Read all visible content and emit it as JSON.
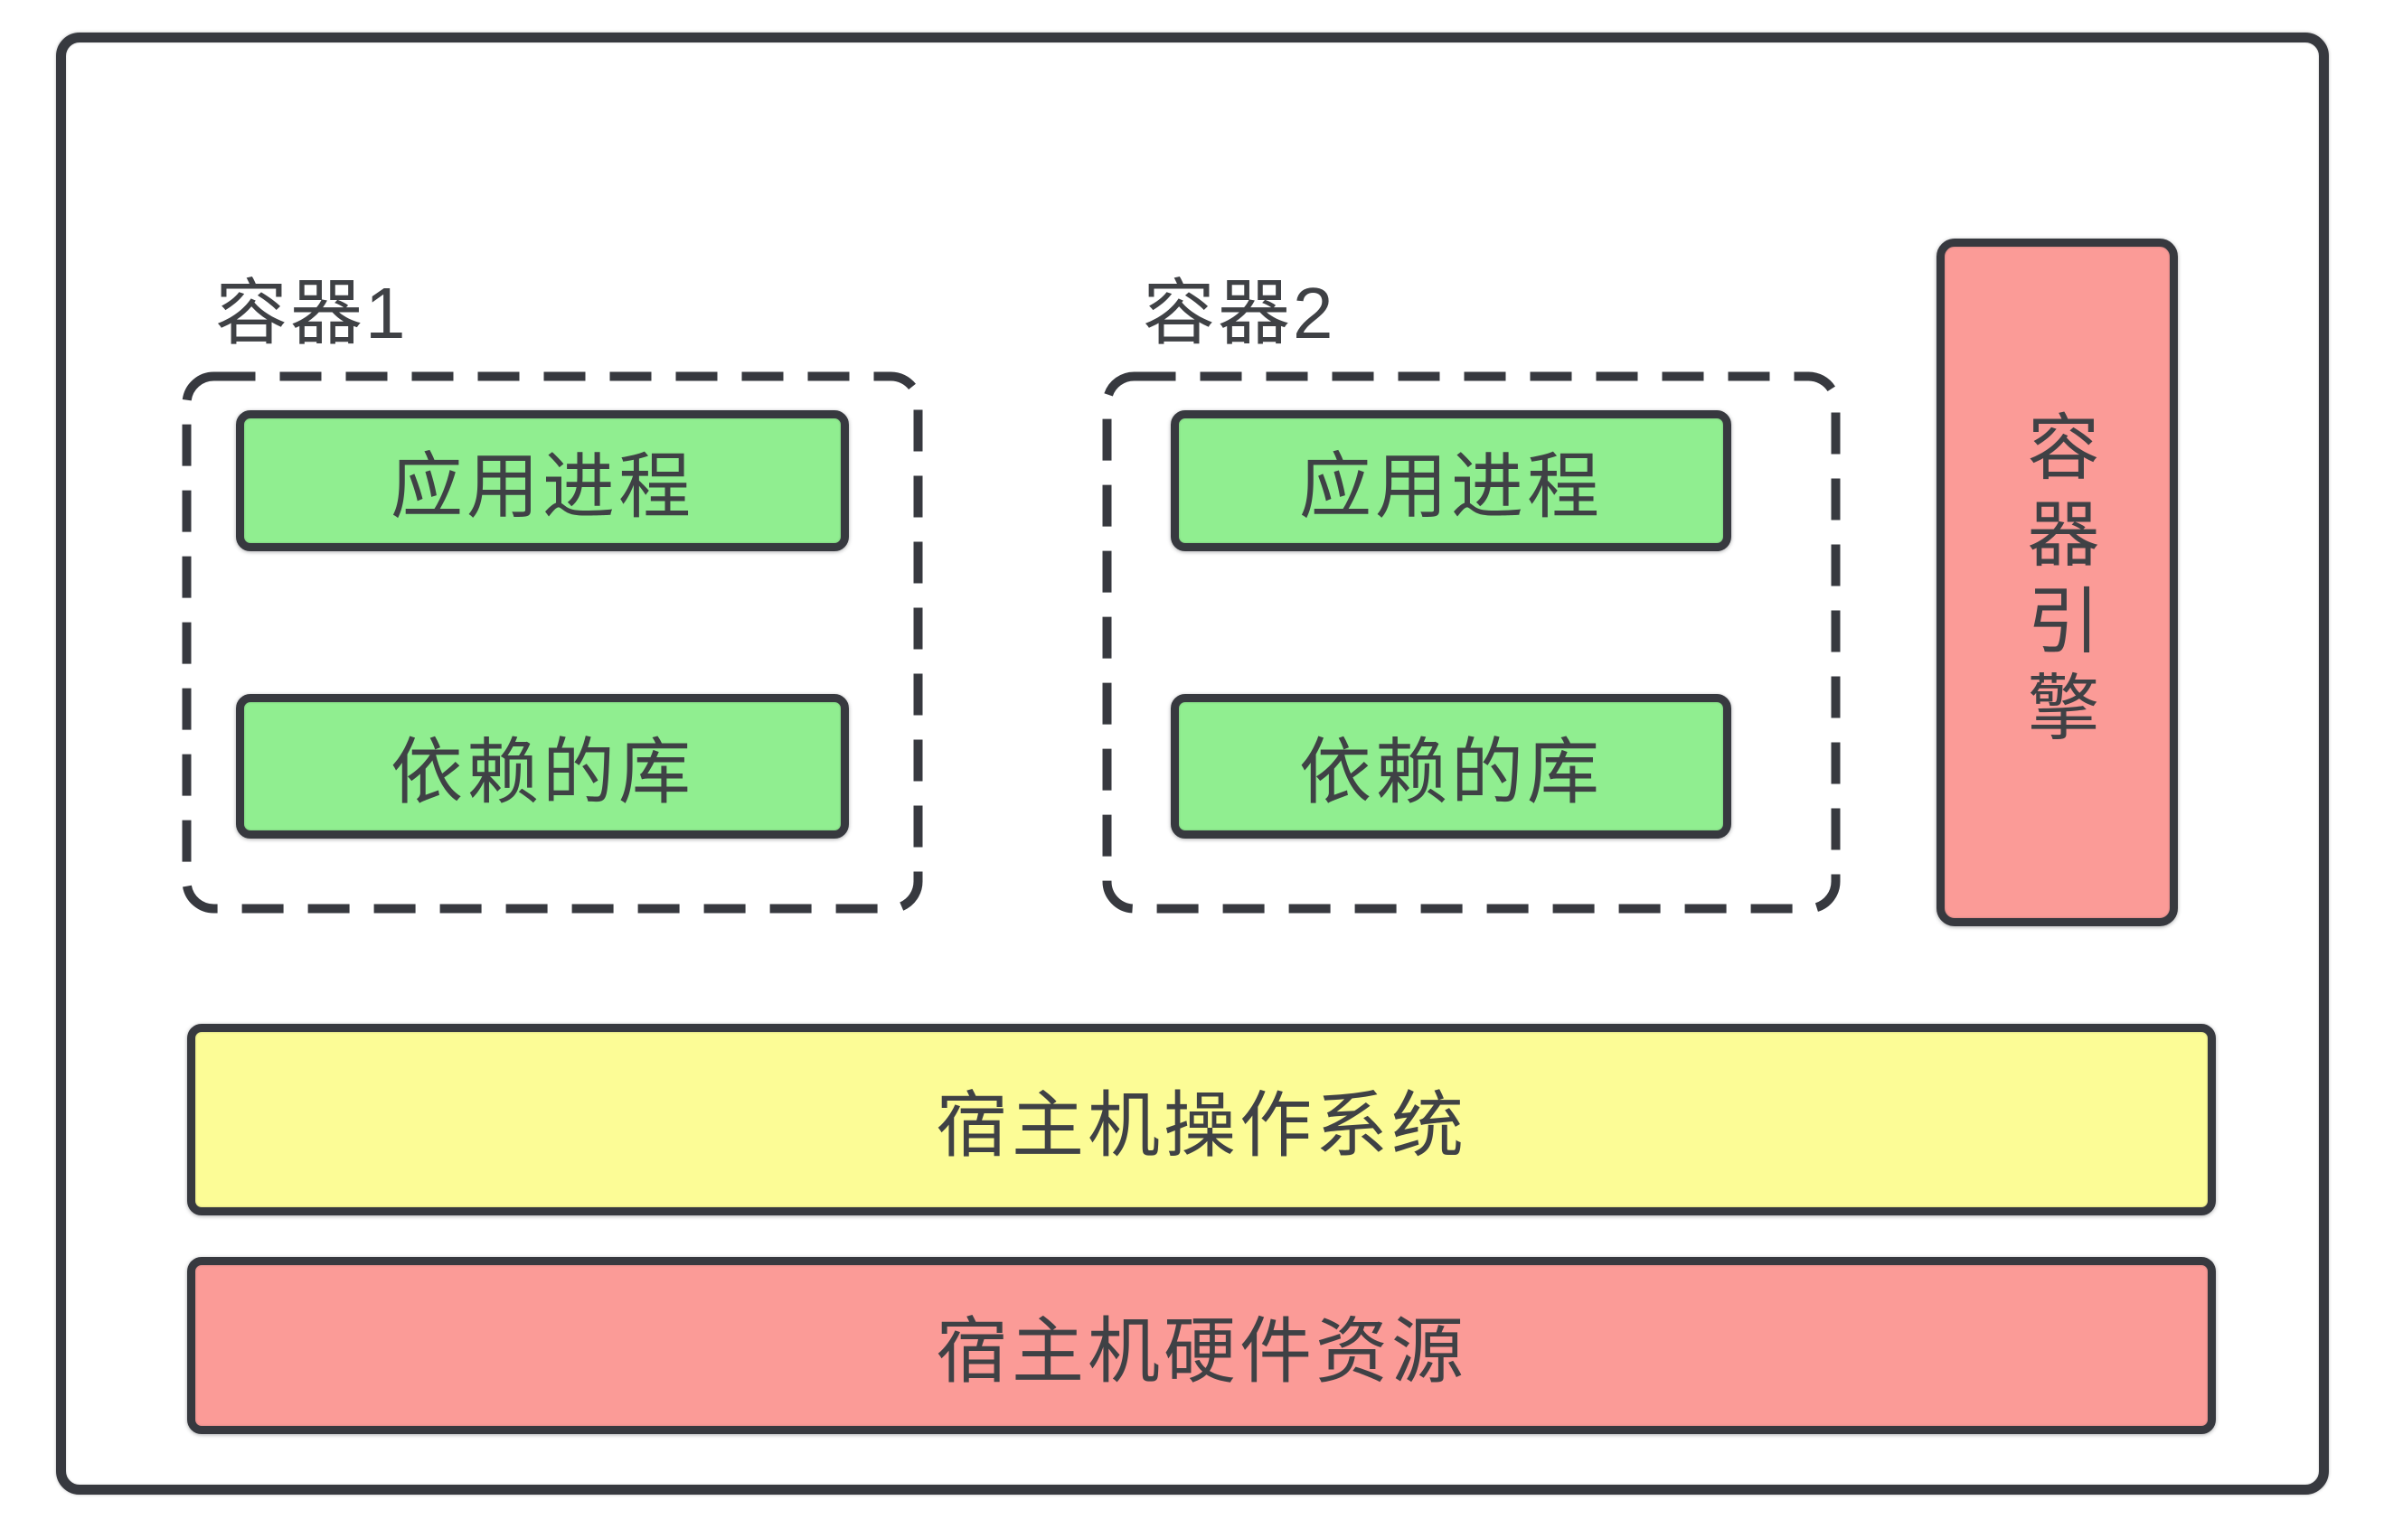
{
  "containers": [
    {
      "label": "容器1",
      "boxes": [
        {
          "label": "应用进程"
        },
        {
          "label": "依赖的库"
        }
      ]
    },
    {
      "label": "容器2",
      "boxes": [
        {
          "label": "应用进程"
        },
        {
          "label": "依赖的库"
        }
      ]
    }
  ],
  "engine": {
    "label": "容器引擎"
  },
  "bars": {
    "host_os": {
      "label": "宿主机操作系统"
    },
    "host_hardware": {
      "label": "宿主机硬件资源"
    }
  },
  "colors": {
    "background": "#ffffff",
    "border": "#37393f",
    "text": "#3f4145",
    "container_box_green": "#90EE90",
    "engine_and_hardware_pink": "#FB9B97",
    "host_os_yellow": "#FCFC96"
  }
}
